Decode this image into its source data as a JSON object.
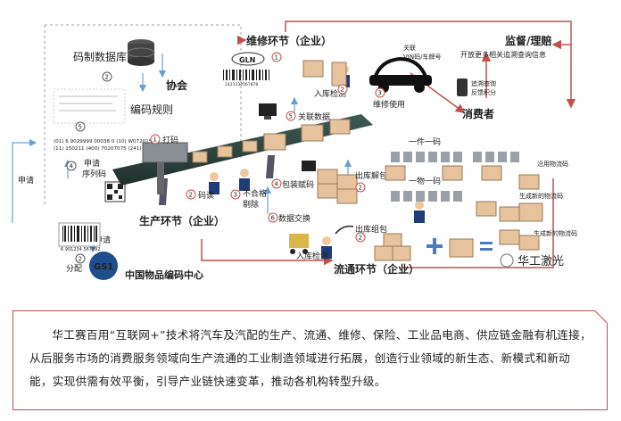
{
  "nodes": {
    "code_db": "码制数据库",
    "coding_rules": "编码规则",
    "association": "协会",
    "maintenance": "维修环节（企业）",
    "supervision": "监督/理赔",
    "supervision_desc": "开放更多相关追溯查询信息",
    "consumer": "消费者",
    "production": "生产环节（企业）",
    "circulation": "流通环节（企业）",
    "gs1_center": "中国物品编码中心",
    "watermark": "华工激光"
  },
  "labels": {
    "apply1": "申请",
    "apply2": "申请",
    "apply3": "申请",
    "serial": "序列码",
    "print": "打码",
    "read": "码读",
    "reject_line1": "不合格",
    "reject_line2": "剔除",
    "package_code": "包装赋码",
    "data_exchange": "数据交换",
    "associate_data": "关联数据",
    "warehouse_in1": "入库检测",
    "warehouse_in2": "入库检测",
    "outbound1": "出库解包",
    "outbound2": "出库组包",
    "repair_use": "维修使用",
    "vin_line1": "关联",
    "vin_line2": "VIN码/车牌号",
    "query_line1": "追溯查询",
    "query_line2": "反馈积分",
    "assign": "分配",
    "one_code_a": "一件一码",
    "one_code_b": "一物一码",
    "recycle_code": "沿用物流码",
    "new_code1": "生成新的物流码",
    "new_code2": "生成新的物流码",
    "code1": "(01) 6 9029999 00038 0 (10) W07201501",
    "code2": "(11) 150211 (400) 70207075 (241) 0580012",
    "gln": "GLN",
    "barcode_digits": "1421234567878",
    "ean_digits": "6 901234 567892",
    "gs1": "GS1"
  },
  "nums": [
    "1",
    "2",
    "3",
    "4",
    "5",
    "6"
  ],
  "caption": "华工赛百用“互联网+”技术将汽车及汽配的生产、流通、维修、保险、工业品电商、供应链金融有机连接，从后服务市场的消费服务领域向生产流通的工业制造领域进行拓展，创造行业领域的新生态、新模式和新动能，实现供需有效平衡，引导产业链快速变革，推动各机构转型升级。",
  "colors": {
    "accent": "#c0504d",
    "flow": "#7ab3e0",
    "text": "#222222",
    "box": "#e8c9a6"
  }
}
